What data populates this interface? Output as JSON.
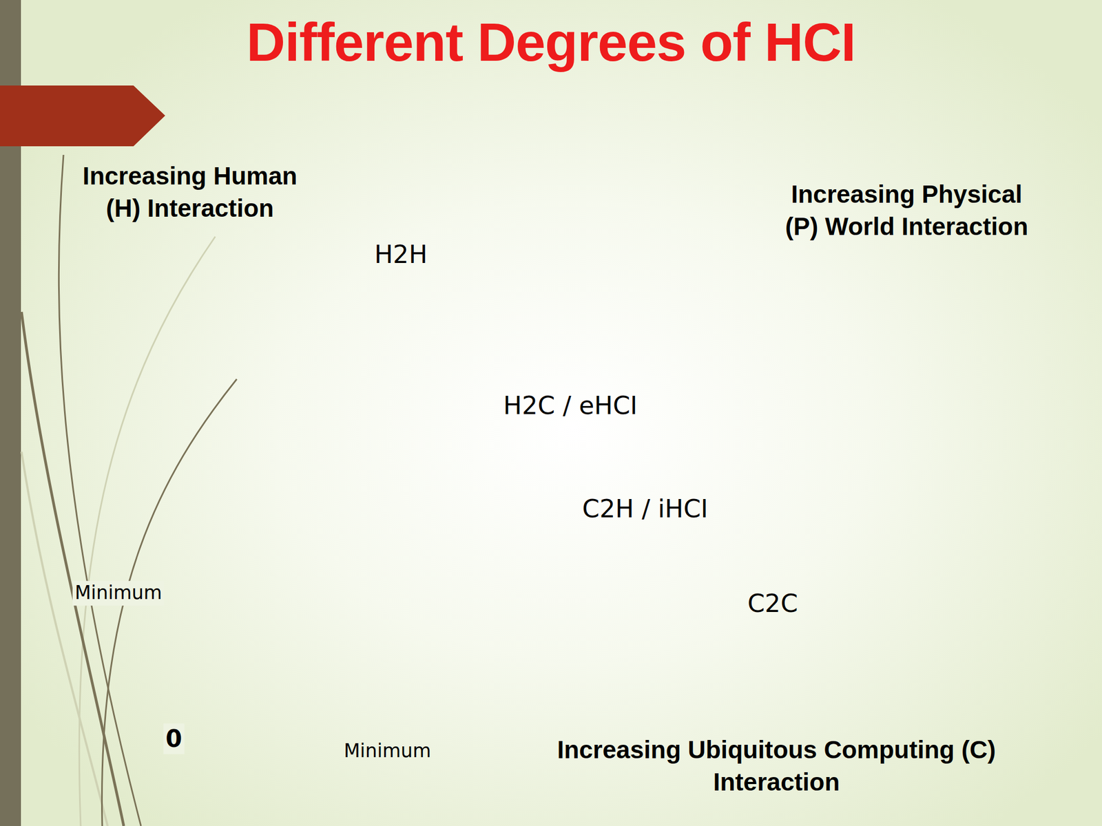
{
  "diagram": {
    "title": "Different Degrees of HCI",
    "labels": [
      "Increasing Human (H) Interaction",
      "Increasing Physical (P) World Interaction",
      "H2H",
      "H2C / eHCI",
      "C2H / iHCI",
      "C2C",
      "Minimum",
      "0",
      "Minimum",
      "Increasing Ubiquitous Computing (C) Interaction"
    ]
  }
}
